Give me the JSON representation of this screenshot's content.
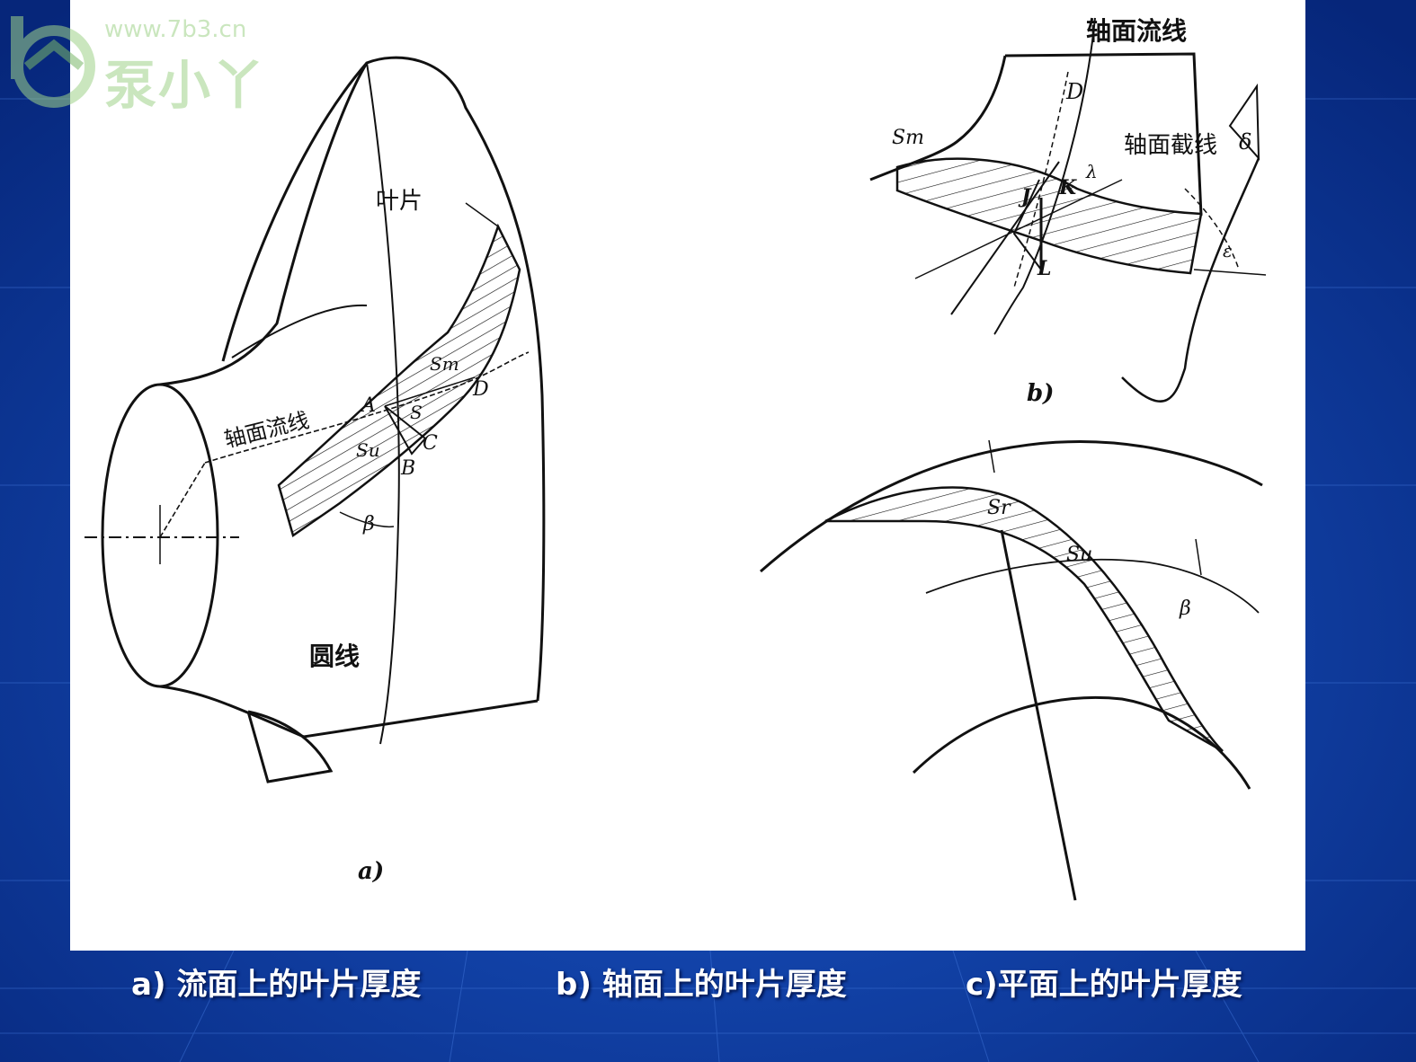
{
  "watermark": {
    "url": "www.7b3.cn",
    "name": "泵小丫"
  },
  "figure_a": {
    "label_blade": "叶片",
    "label_streamline": "轴面流线",
    "label_circle": "圆线",
    "point_A": "A",
    "point_B": "B",
    "point_C": "C",
    "point_D": "D",
    "symbol_sm": "Sm",
    "symbol_s": "S",
    "symbol_su": "Su",
    "symbol_beta": "β",
    "panel_label": "a)"
  },
  "figure_b": {
    "label_streamline": "轴面流线",
    "label_section": "轴面截线",
    "point_D": "D",
    "point_J": "J",
    "point_K": "K",
    "point_L": "L",
    "symbol_sm": "Sm",
    "symbol_lambda": "λ",
    "symbol_delta": "δ",
    "symbol_epsilon": "ε",
    "panel_label": "b)"
  },
  "figure_c": {
    "symbol_sr": "Sr",
    "symbol_su": "Su",
    "symbol_beta": "β"
  },
  "captions": {
    "a": "a) 流面上的叶片厚度",
    "b": "b) 轴面上的叶片厚度",
    "c": "c)平面上的叶片厚度"
  },
  "colors": {
    "background": "#0a3a9a",
    "canvas": "#ffffff",
    "ink": "#111111",
    "caption_text": "#ffffff"
  }
}
